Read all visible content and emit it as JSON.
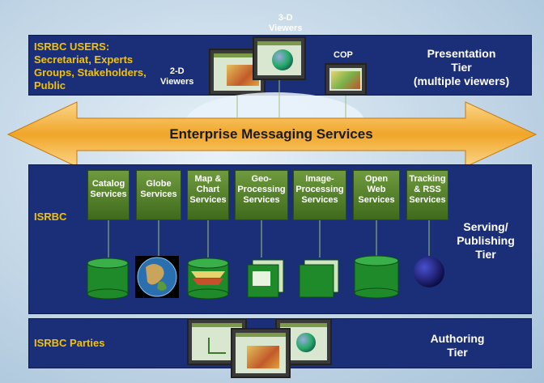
{
  "presentation": {
    "users_label": "ISRBC USERS:\nSecretariat, Experts\nGroups, Stakeholders,\nPublic",
    "viewers_2d": "2-D\nViewers",
    "viewers_3d": "3-D\nViewers",
    "cop": "COP",
    "tier_label": "Presentation\nTier\n(multiple viewers)"
  },
  "messaging": {
    "label": "Enterprise Messaging Services"
  },
  "serving": {
    "org_label": "ISRBC",
    "tier_label": "Serving/\nPublishing\nTier",
    "services": [
      {
        "label": "Catalog\nServices"
      },
      {
        "label": "Globe\nServices"
      },
      {
        "label": "Map &\nChart\nServices"
      },
      {
        "label": "Geo-\nProcessing\nServices"
      },
      {
        "label": "Image-\nProcessing\nServices"
      },
      {
        "label": "Open\nWeb\nServices"
      },
      {
        "label": "Tracking\n& RSS\nServices"
      }
    ]
  },
  "authoring": {
    "org_label": "ISRBC Parties",
    "tier_label": "Authoring\nTier"
  },
  "colors": {
    "tier_bg": "#1b2f78",
    "accent_yellow": "#f5c200",
    "arrow_orange": "#f0a628",
    "service_green": "#5a8a2e"
  }
}
